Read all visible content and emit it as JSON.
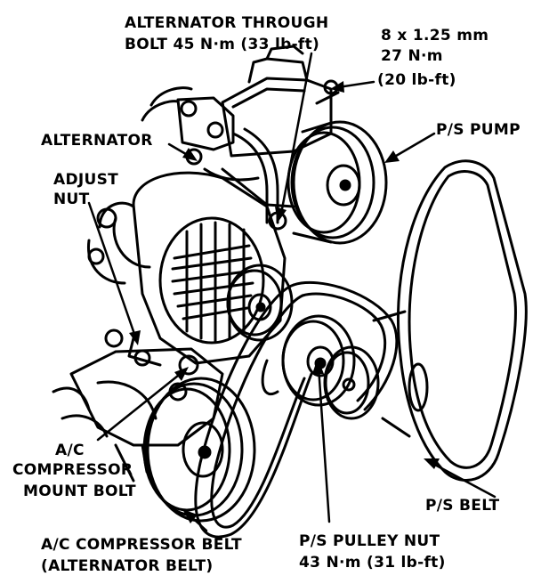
{
  "labels": {
    "alt_through_bolt_l1": "ALTERNATOR THROUGH",
    "alt_through_bolt_l2": "BOLT 45 N·m (33 lb-ft)",
    "bolt_spec_l1": "8 x 1.25 mm",
    "bolt_spec_l2": "27 N·m",
    "bolt_spec_l3": "(20 lb-ft)",
    "ps_pump": "P/S PUMP",
    "alternator": "ALTERNATOR",
    "adjust_nut_l1": "ADJUST",
    "adjust_nut_l2": "NUT",
    "ac_mount_l1": "A/C",
    "ac_mount_l2": "COMPRESSOR",
    "ac_mount_l3": "MOUNT BOLT",
    "ps_belt": "P/S BELT",
    "ac_belt_l1": "A/C COMPRESSOR BELT",
    "ac_belt_l2": "(ALTERNATOR BELT)",
    "ps_pulley_nut_l1": "P/S PULLEY NUT",
    "ps_pulley_nut_l2": "43 N·m (31 lb-ft)"
  },
  "colors": {
    "ink": "#000000",
    "paper": "#ffffff"
  }
}
